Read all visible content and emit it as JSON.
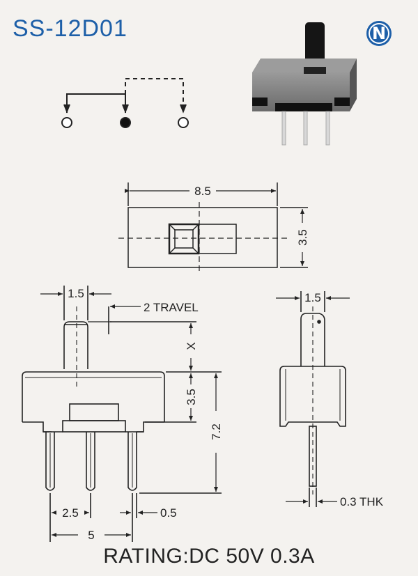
{
  "header": {
    "title": "SS-12D01",
    "brand_letter": "N"
  },
  "colors": {
    "title": "#1d5fa8",
    "line": "#222222",
    "background": "#f4f2ef"
  },
  "top_view": {
    "width_label": "8.5",
    "height_label": "3.5"
  },
  "front_view": {
    "actuator_width_label": "1.5",
    "travel_label": "2 TRAVEL",
    "x_label": "X",
    "body_height_label": "3.5",
    "total_height_label": "7.2",
    "pitch_label": "2.5",
    "pin_width_label": "0.5",
    "span_label": "5"
  },
  "side_view": {
    "actuator_width_label": "1.5",
    "thickness_label": "0.3 THK"
  },
  "footer": {
    "rating": "RATING:DC 50V 0.3A"
  }
}
